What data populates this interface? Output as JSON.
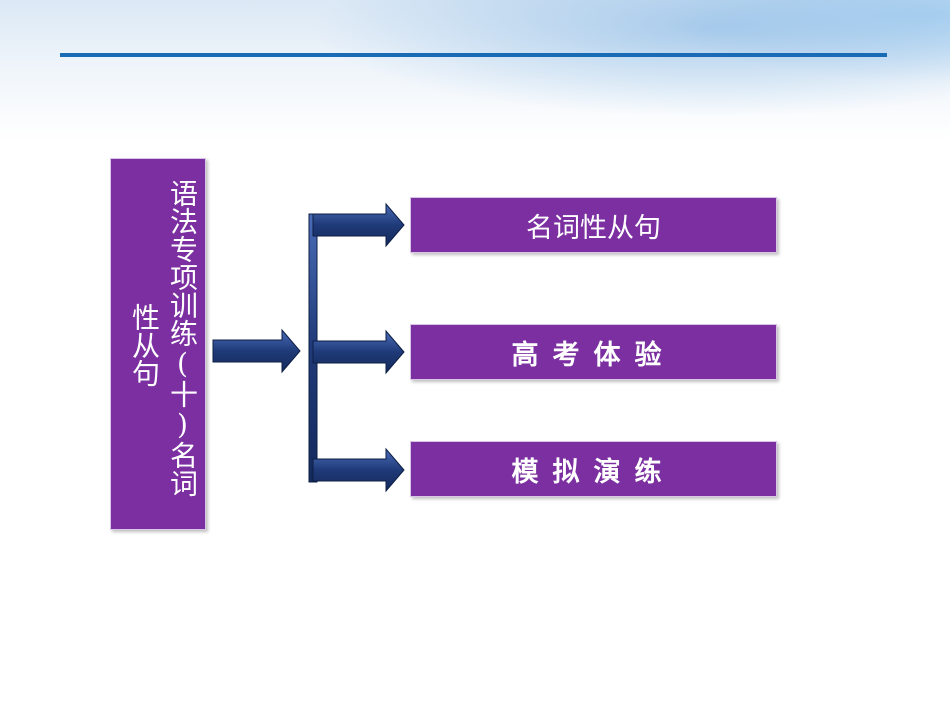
{
  "title": {
    "column1": "语法专项训练(十)名词",
    "column2": "性从句"
  },
  "items": [
    {
      "label": "名词性从句"
    },
    {
      "label": "高考体验"
    },
    {
      "label": "模拟演练"
    }
  ],
  "colors": {
    "box_fill": "#7b2fa0",
    "arrow_fill": "#1f3a78",
    "header_line": "#1a6bb5"
  }
}
